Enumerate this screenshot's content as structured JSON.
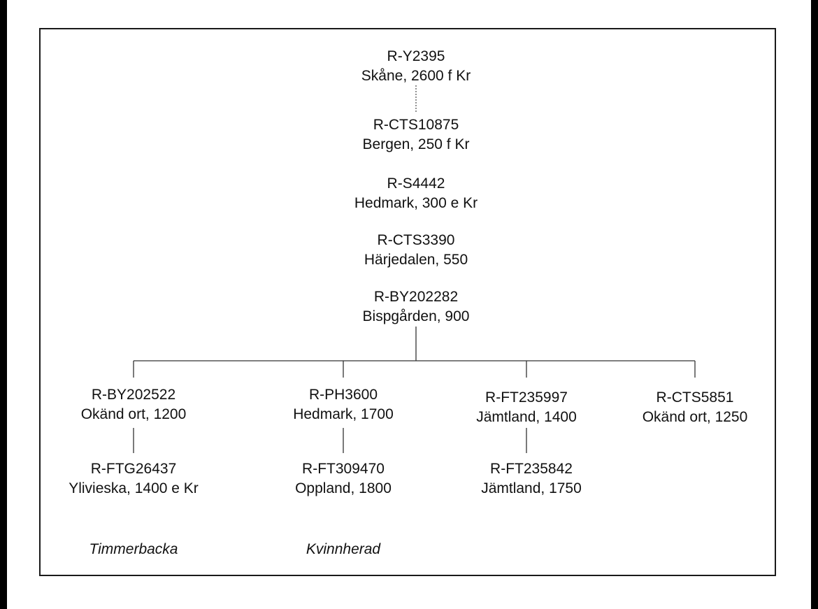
{
  "tree": {
    "nodes": [
      {
        "id": "n1",
        "haplogroup": "R-Y2395",
        "place": "Skåne, 2600 f Kr"
      },
      {
        "id": "n2",
        "haplogroup": "R-CTS10875",
        "place": "Bergen, 250 f Kr"
      },
      {
        "id": "n3",
        "haplogroup": "R-S4442",
        "place": "Hedmark, 300 e Kr"
      },
      {
        "id": "n4",
        "haplogroup": "R-CTS3390",
        "place": "Härjedalen, 550"
      },
      {
        "id": "n5",
        "haplogroup": "R-BY202282",
        "place": "Bispgården, 900"
      },
      {
        "id": "n6",
        "haplogroup": "R-BY202522",
        "place": "Okänd ort, 1200"
      },
      {
        "id": "n7",
        "haplogroup": "R-PH3600",
        "place": "Hedmark, 1700"
      },
      {
        "id": "n8",
        "haplogroup": "R-FT235997",
        "place": "Jämtland, 1400"
      },
      {
        "id": "n9",
        "haplogroup": "R-CTS5851",
        "place": "Okänd ort, 1250"
      },
      {
        "id": "n10",
        "haplogroup": "R-FTG26437",
        "place": "Ylivieska, 1400 e Kr"
      },
      {
        "id": "n11",
        "haplogroup": "R-FT309470",
        "place": "Oppland, 1800"
      },
      {
        "id": "n12",
        "haplogroup": "R-FT235842",
        "place": "Jämtland, 1750"
      }
    ],
    "origins": [
      "Timmerbacka",
      "Kvinnherad"
    ],
    "edges": [
      {
        "from": "n1",
        "to": "n2",
        "style": "dotted"
      },
      {
        "from": "n5",
        "to": "n6",
        "style": "solid"
      },
      {
        "from": "n5",
        "to": "n7",
        "style": "solid"
      },
      {
        "from": "n5",
        "to": "n8",
        "style": "solid"
      },
      {
        "from": "n5",
        "to": "n9",
        "style": "solid"
      },
      {
        "from": "n6",
        "to": "n10",
        "style": "solid"
      },
      {
        "from": "n7",
        "to": "n11",
        "style": "solid"
      },
      {
        "from": "n8",
        "to": "n12",
        "style": "solid"
      }
    ]
  },
  "colors": {
    "line": "#333333",
    "text": "#111111",
    "frame": "#1a1a1a",
    "background": "#ffffff"
  }
}
